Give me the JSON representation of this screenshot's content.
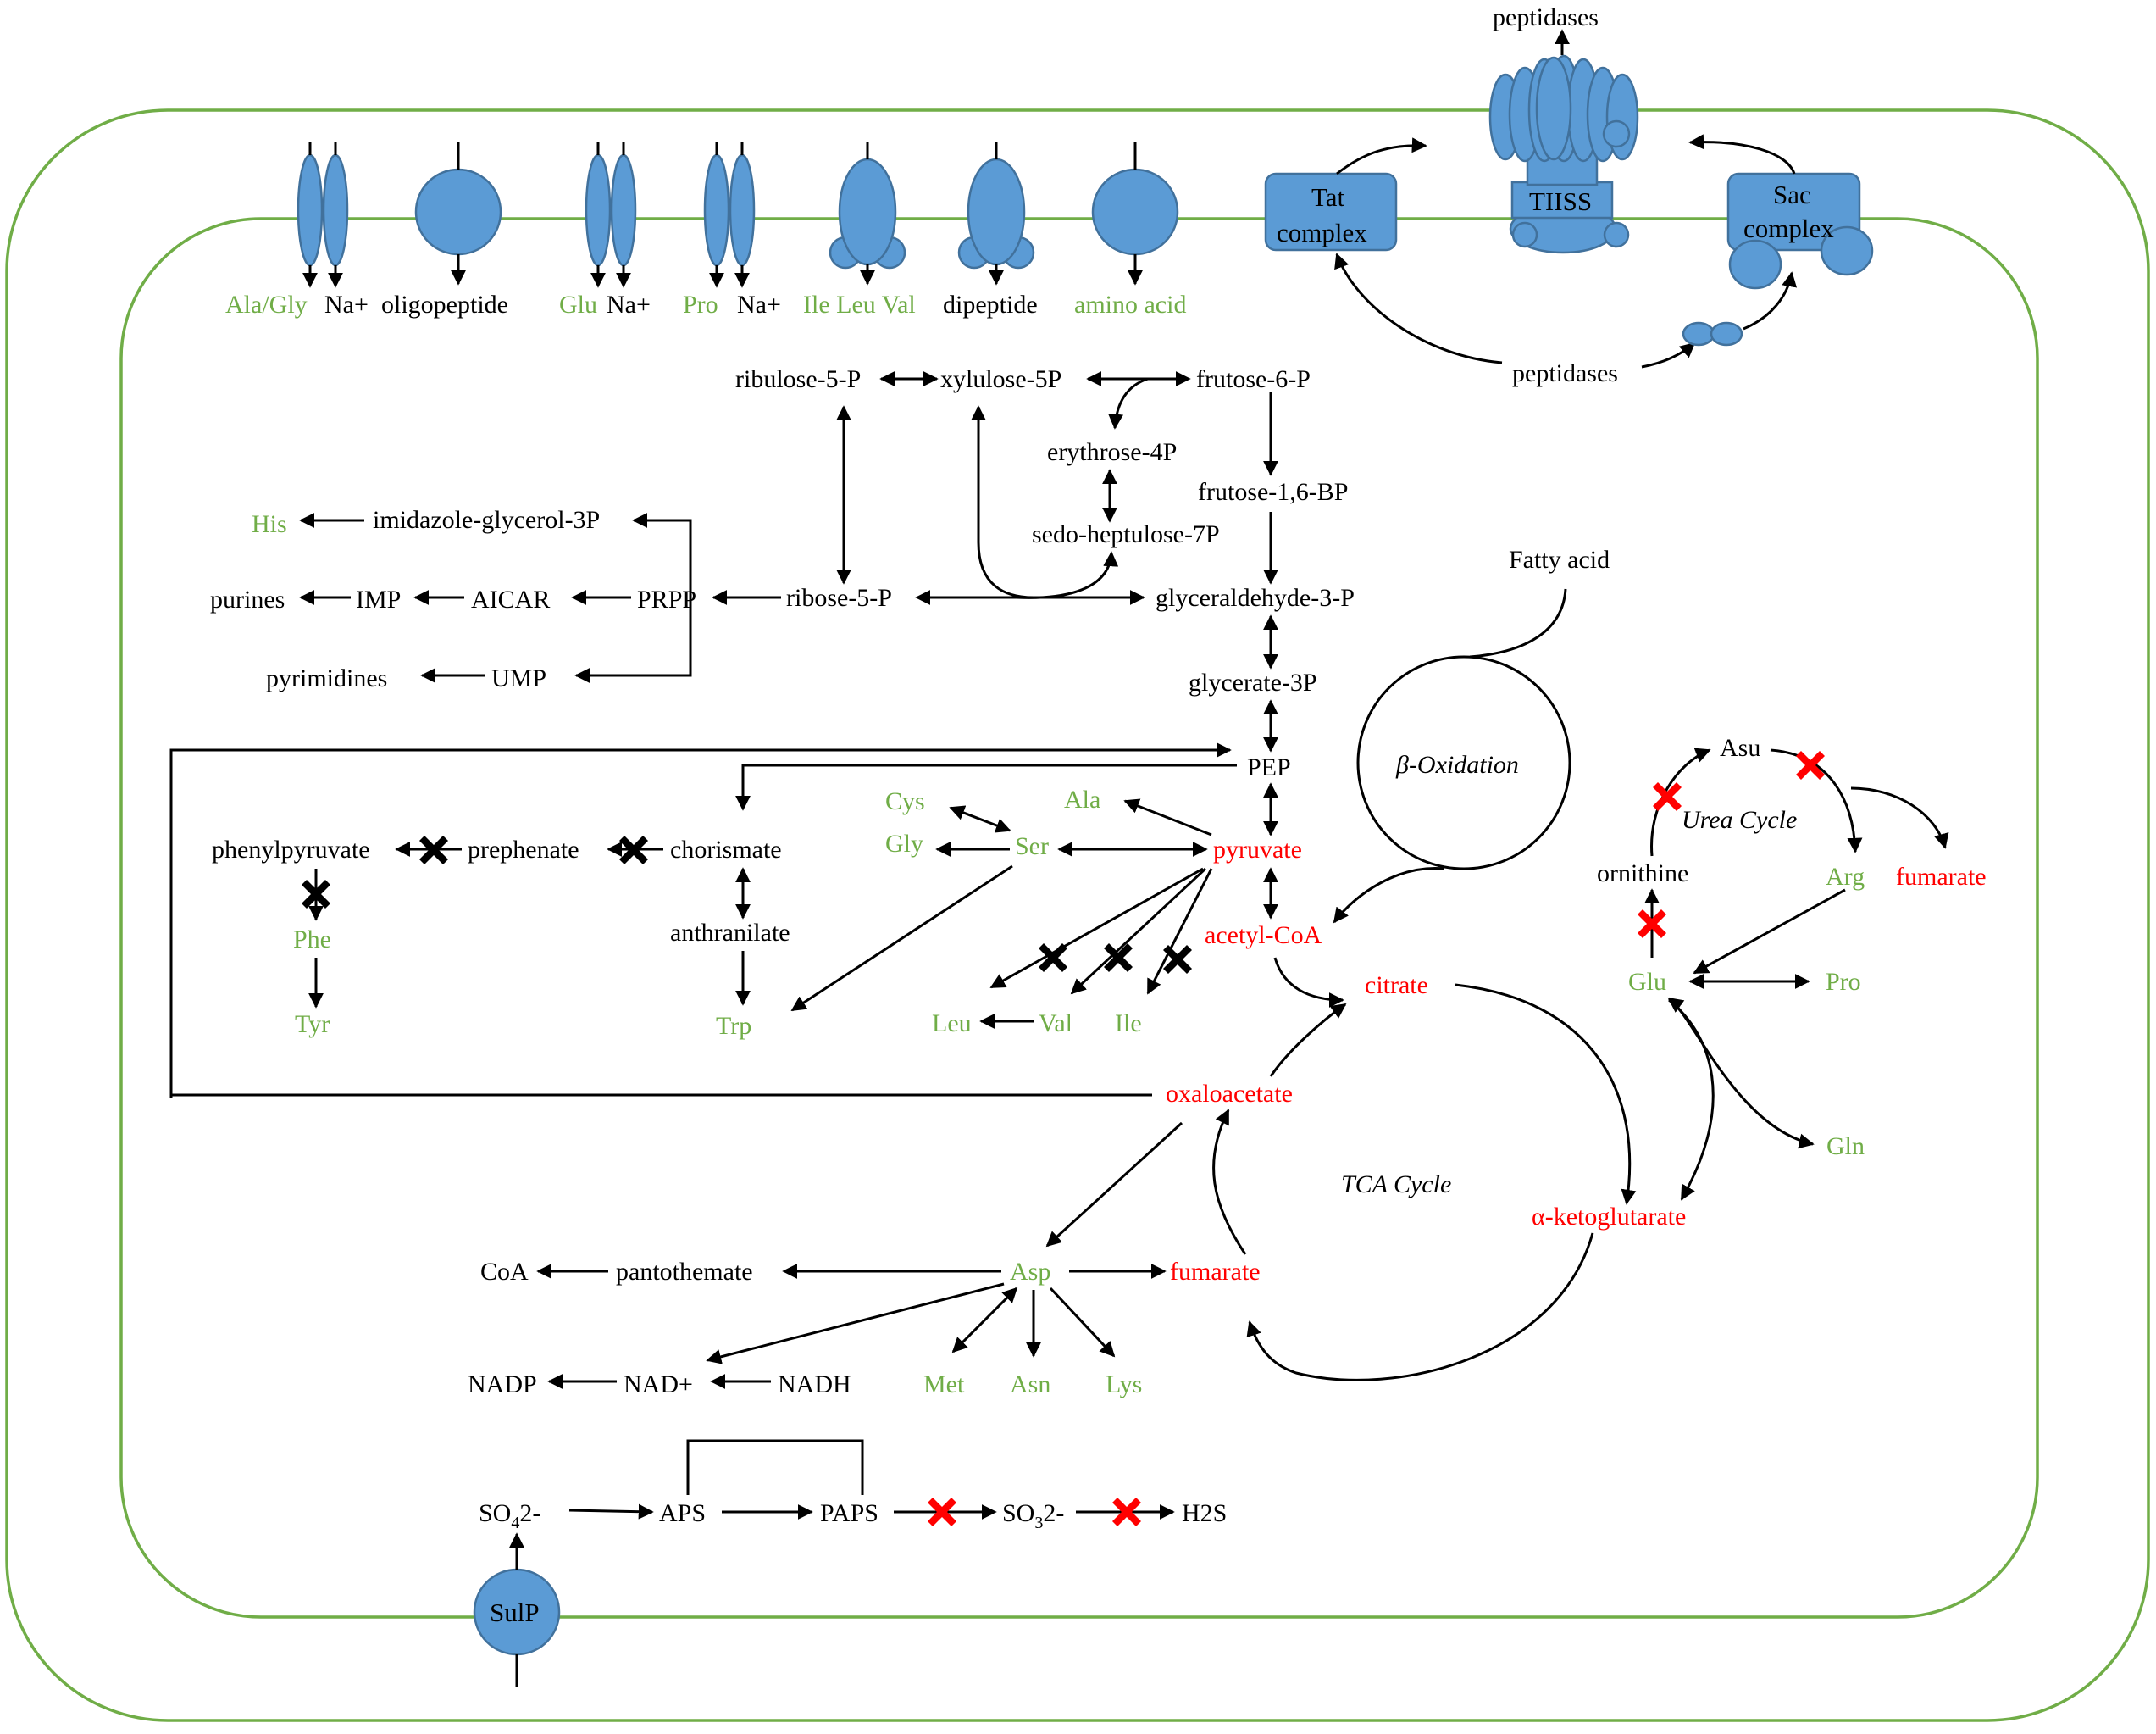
{
  "colors": {
    "product": "#000000",
    "amino_acid": "#70ad47",
    "tca_intermediate": "#ff0000",
    "membrane": "#70ad47",
    "protein": "#5b9bd5",
    "blocked_red": "#ff0000",
    "blocked_black": "#000000"
  },
  "transporters": {
    "ala_gly": "Ala/Gly",
    "na_1": "Na+",
    "oligopeptide": "oligopeptide",
    "glu": "Glu",
    "na_2": "Na+",
    "pro": "Pro",
    "na_3": "Na+",
    "ile_leu_val": "Ile Leu Val",
    "dipeptide": "dipeptide",
    "amino_acid": "amino acid"
  },
  "secretion": {
    "peptidases_top": "peptidases",
    "tiiss": "TIISS",
    "tat_line1": "Tat",
    "tat_line2": "complex",
    "sac_line1": "Sac",
    "sac_line2": "complex",
    "peptidases_mid": "peptidases"
  },
  "pentose_phosphate": {
    "ribulose": "ribulose-5-P",
    "xylulose": "xylulose-5P",
    "frutose6p": "frutose-6-P",
    "erythrose": "erythrose-4P",
    "sedoheptulose": "sedo-heptulose-7P",
    "frutose16bp": "frutose-1,6-BP",
    "ribose": "ribose-5-P",
    "g3p": "glyceraldehyde-3-P",
    "glycerate": "glycerate-3P",
    "pep": "PEP"
  },
  "nucleotide": {
    "his": "His",
    "imidazole": "imidazole-glycerol-3P",
    "purines": "purines",
    "imp": "IMP",
    "aicar": "AICAR",
    "prpp": "PRPP",
    "pyrimidines": "pyrimidines",
    "ump": "UMP"
  },
  "lipid": {
    "fatty_acid": "Fatty acid",
    "beta_oxidation": "β-Oxidation"
  },
  "aromatic": {
    "phenylpyruvate": "phenylpyruvate",
    "prephenate": "prephenate",
    "chorismate": "chorismate",
    "anthranilate": "anthranilate",
    "phe": "Phe",
    "tyr": "Tyr",
    "trp": "Trp"
  },
  "amino": {
    "cys": "Cys",
    "gly": "Gly",
    "ser": "Ser",
    "ala": "Ala",
    "pyruvate": "pyruvate",
    "acetyl_coa": "acetyl-CoA",
    "leu": "Leu",
    "val": "Val",
    "ile": "Ile"
  },
  "tca": {
    "citrate": "citrate",
    "oxaloacetate": "oxaloacetate",
    "cycle": "TCA Cycle",
    "akg": "α-ketoglutarate",
    "fumarate": "fumarate"
  },
  "urea": {
    "asu": "Asu",
    "cycle": "Urea Cycle",
    "ornithine": "ornithine",
    "arg": "Arg",
    "fumarate": "fumarate",
    "glu": "Glu",
    "pro": "Pro",
    "gln": "Gln"
  },
  "aspartate": {
    "coa": "CoA",
    "pantothemate": "pantothemate",
    "asp": "Asp",
    "nadp": "NADP",
    "nadplus": "NAD+",
    "nadh": "NADH",
    "met": "Met",
    "asn": "Asn",
    "lys": "Lys"
  },
  "sulfur": {
    "so4_a": "SO",
    "so4_sub": "4",
    "so4_b": "2-",
    "aps": "APS",
    "paps": "PAPS",
    "so3_a": "SO",
    "so3_sub": "3",
    "so3_b": "2-",
    "h2s": "H2S",
    "sulp": "SulP"
  }
}
